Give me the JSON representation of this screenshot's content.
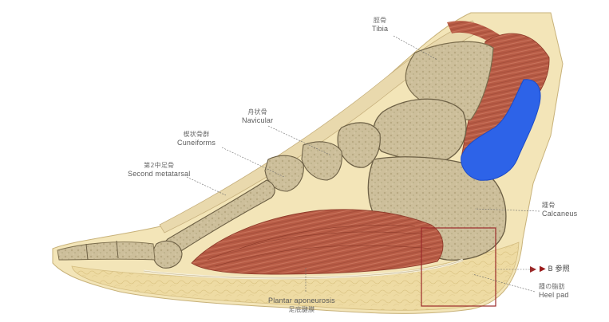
{
  "labels": {
    "tibia": {
      "jp": "脛骨",
      "en": "Tibia"
    },
    "navicular": {
      "jp": "舟状骨",
      "en": "Navicular"
    },
    "cuneiforms": {
      "jp": "楔状骨群",
      "en": "Cuneiforms"
    },
    "second_metatarsal": {
      "jp": "第2中足骨",
      "en": "Second metatarsal"
    },
    "calcaneus": {
      "jp": "踵骨",
      "en": "Calcaneus"
    },
    "heel_pad": {
      "jp": "踵の脂肪",
      "en": "Heel pad"
    },
    "plantar_aponeurosis": {
      "en": "Plantar aponeurosis",
      "jp": "足底腱膜"
    },
    "reference": {
      "arrow": "▶",
      "text": "B 参照"
    }
  },
  "colors": {
    "skin": "#f3e3b2",
    "fat": "#ecd79c",
    "bone": "#cfc19d",
    "muscle": "#b45a44",
    "tendon_blue": "#2d63e8",
    "highlight_box": "#9b2a2a"
  }
}
